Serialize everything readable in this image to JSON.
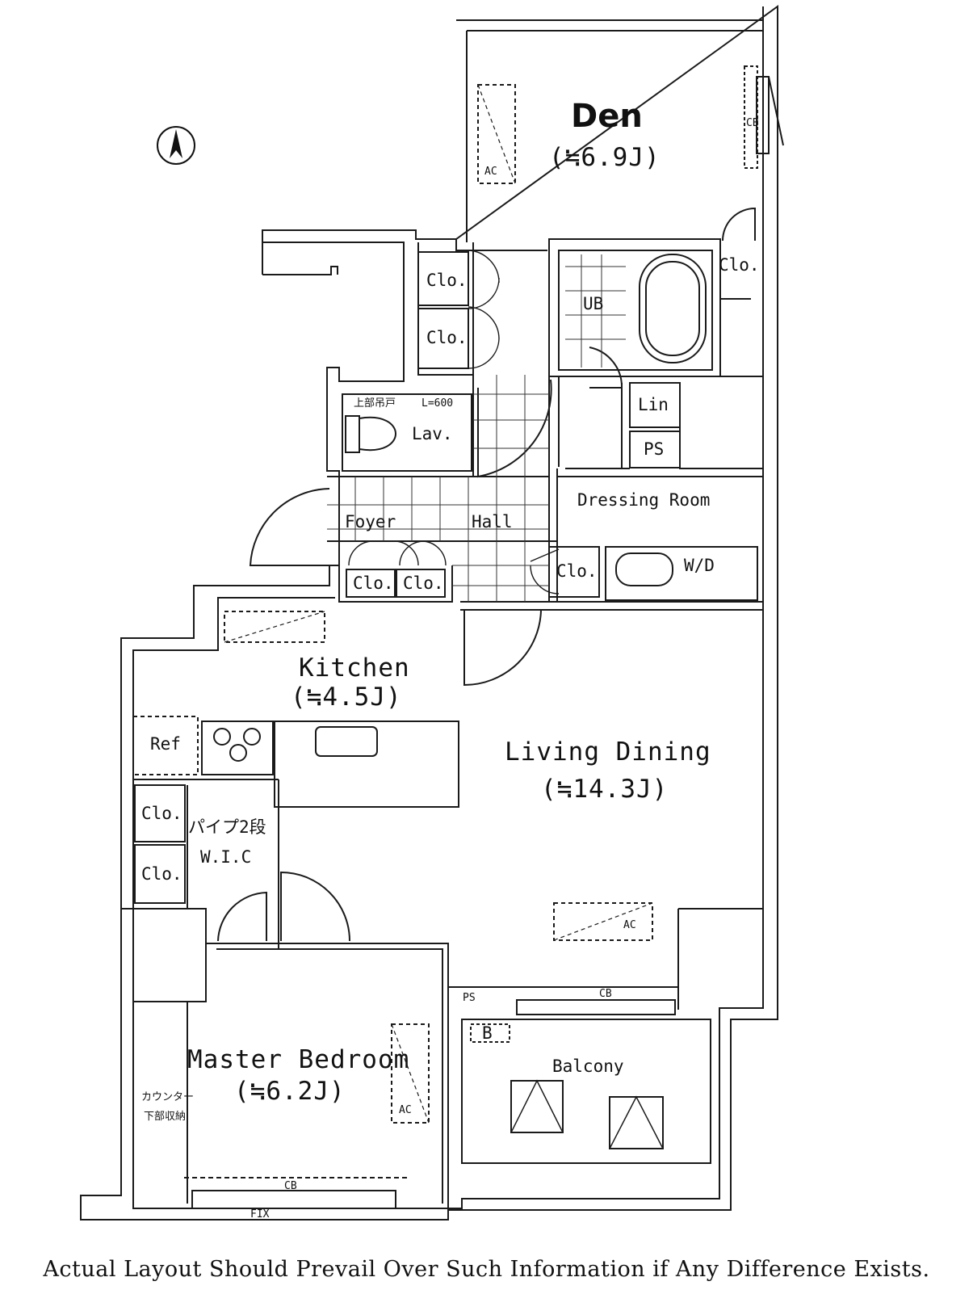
{
  "plan": {
    "rooms": {
      "den": {
        "name": "Den",
        "area": "(≒6.9J)"
      },
      "kitchen": {
        "name": "Kitchen",
        "area": "(≒4.5J)"
      },
      "living": {
        "name": "Living Dining",
        "area": "(≒14.3J)"
      },
      "master": {
        "name": "Master Bedroom",
        "area": "(≒6.2J)"
      },
      "dressing": {
        "name": "Dressing Room"
      },
      "foyer": {
        "name": "Foyer"
      },
      "hall": {
        "name": "Hall"
      },
      "lavatory": {
        "name": "Lav."
      },
      "unit_bath": {
        "name": "UB"
      },
      "balcony": {
        "name": "Balcony"
      }
    },
    "storage": {
      "clo": "Clo.",
      "linen": "Lin",
      "pipe_space": "PS",
      "washer_dryer": "W/D",
      "walk_in_closet": "W.I.C",
      "pipe_note": "パイプ2段",
      "refrigerator": "Ref"
    },
    "fixtures": {
      "ac": "AC",
      "cb": "CB",
      "b": "B",
      "fix": "FIX",
      "upper_cabinet": "上部吊戸",
      "cabinet_length": "L=600",
      "counter_note_1": "カウンター",
      "counter_note_2": "下部収納"
    },
    "compass": "north-arrow-icon",
    "colors": {
      "wall": "#1a1a1a",
      "line": "#222222",
      "background": "#ffffff"
    }
  },
  "footer": {
    "disclaimer": "Actual Layout Should Prevail Over Such Information if Any Difference Exists."
  }
}
